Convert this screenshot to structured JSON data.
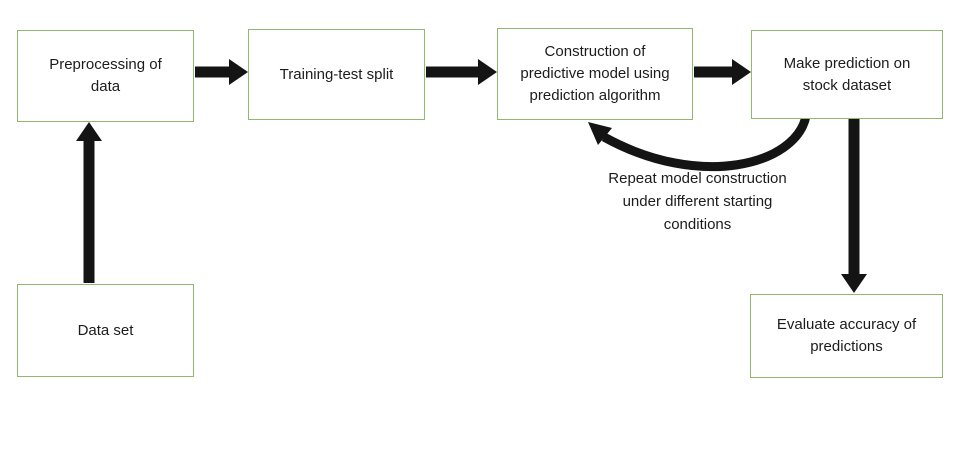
{
  "diagram": {
    "title": "Stock prediction workflow flowchart",
    "colors": {
      "background": "#ffffff",
      "box_border": "#8fb971",
      "box_fill": "#ffffff",
      "arrow": "#141414",
      "text": "#1c1c1c"
    },
    "nodes": {
      "preprocessing": {
        "label": "Preprocessing of\ndata"
      },
      "training_split": {
        "label": "Training-test split"
      },
      "construction": {
        "label": "Construction of\npredictive model using\nprediction algorithm"
      },
      "make_prediction": {
        "label": "Make prediction on\nstock dataset"
      },
      "data_set": {
        "label": "Data set"
      },
      "evaluate": {
        "label": "Evaluate accuracy of\npredictions"
      }
    },
    "edges": [
      {
        "from": "data_set",
        "to": "preprocessing",
        "direction": "up"
      },
      {
        "from": "preprocessing",
        "to": "training_split",
        "direction": "right"
      },
      {
        "from": "training_split",
        "to": "construction",
        "direction": "right"
      },
      {
        "from": "construction",
        "to": "make_prediction",
        "direction": "right"
      },
      {
        "from": "make_prediction",
        "to": "evaluate",
        "direction": "down"
      },
      {
        "from": "make_prediction",
        "to": "construction",
        "direction": "curved-left",
        "label": "Repeat model construction\nunder different starting\nconditions"
      }
    ]
  }
}
